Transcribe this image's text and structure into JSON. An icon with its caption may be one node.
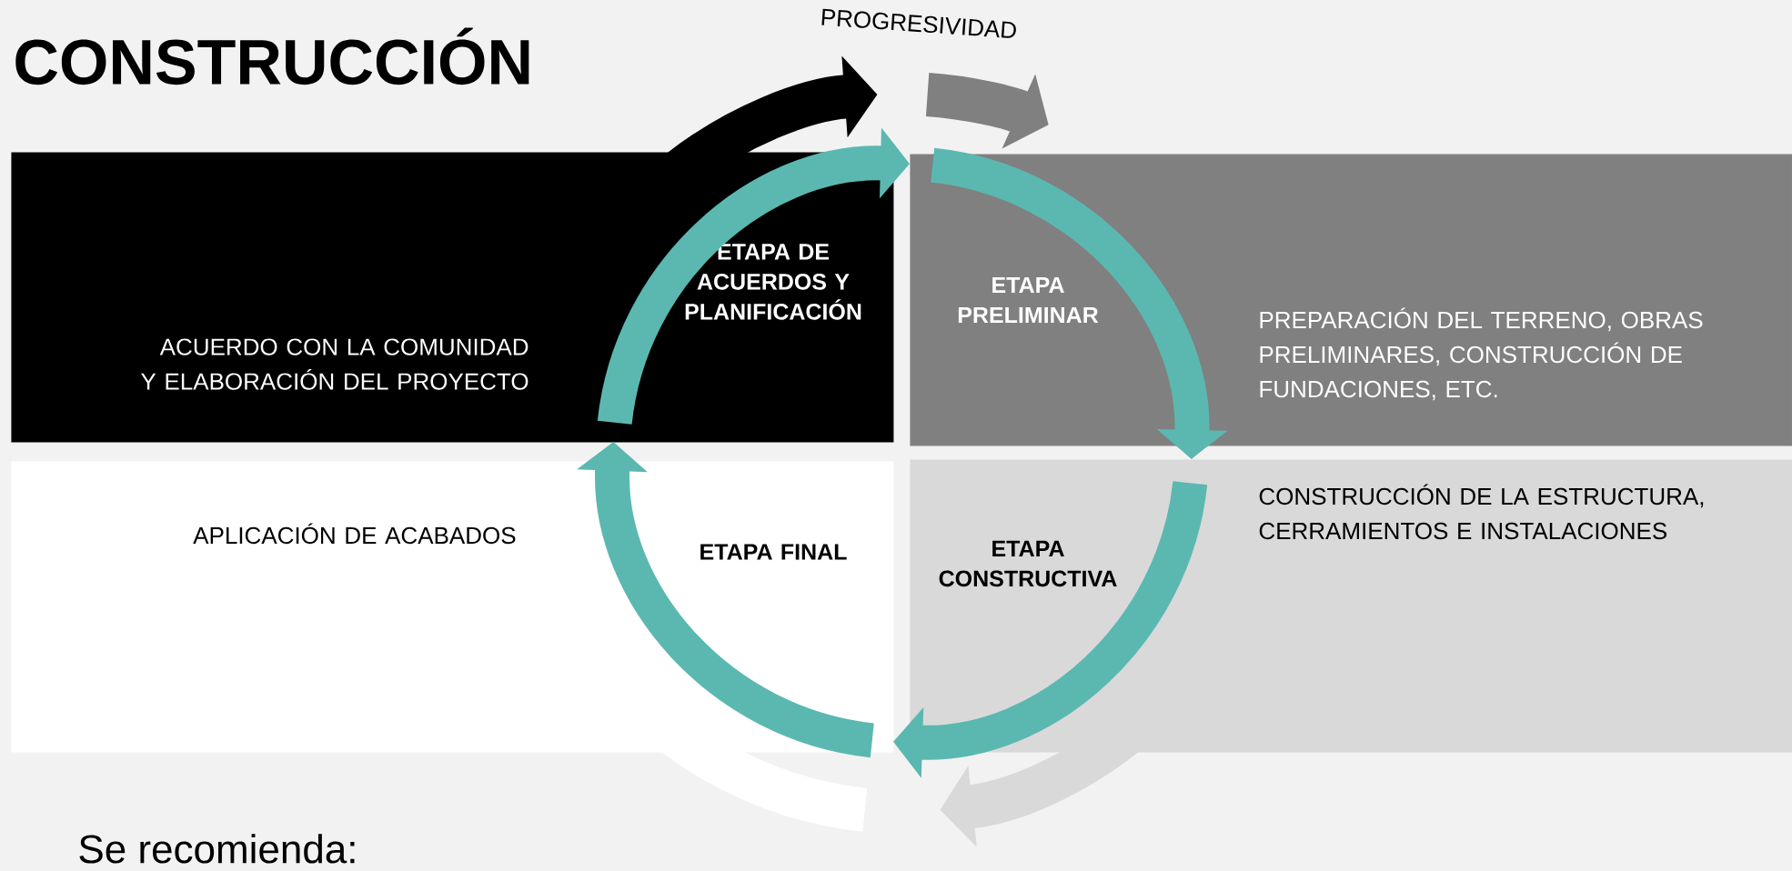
{
  "diagram": {
    "title": "CONSTRUCCIÓN",
    "nodes": [
      {
        "text": [
          "ETAPA DE ACUERDOS Y PLANIFICACIÓN",
          "ACUERDO CON LA COMUNIDAD Y ELABORACIÓN DEL PROYECTO"
        ]
      },
      {
        "text": [
          "ETAPA PRELIMINAR",
          "PREPARACIÓN DEL TERRENO, OBRAS PRELIMINARES, CONSTRUCCIÓN DE FUNDACIONES, ETC."
        ]
      },
      {
        "text": [
          "ETAPA CONSTRUCTIVA",
          "CONSTRUCCIÓN DE LA ESTRUCTURA, CERRAMIENTOS E INSTALACIONES"
        ]
      },
      {
        "text": [
          "ETAPA FINAL",
          "APLICACIÓN DE ACABADOS"
        ]
      }
    ],
    "edges": [
      {
        "from": 0,
        "to": 1,
        "arrow": "to"
      },
      {
        "from": 1,
        "to": 2,
        "arrow": "to"
      },
      {
        "from": 2,
        "to": 3,
        "arrow": "to"
      },
      {
        "from": 3,
        "to": 0,
        "arrow": "to"
      }
    ],
    "labels": [
      "PROGRESIVIDAD",
      "Se recomienda:"
    ]
  }
}
